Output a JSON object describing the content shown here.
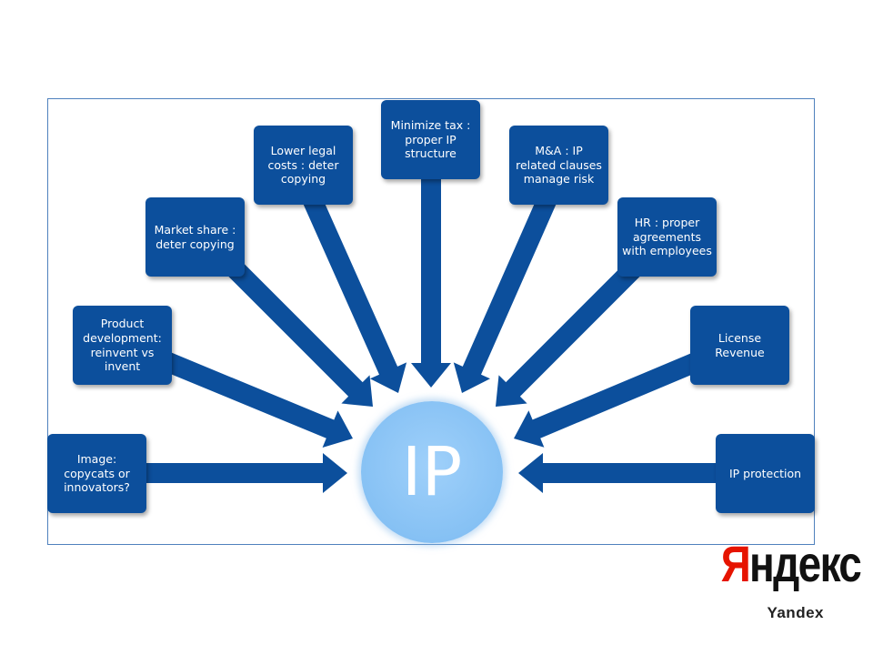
{
  "center": {
    "label": "IP"
  },
  "nodes": [
    {
      "text": "Image: copycats or innovators?"
    },
    {
      "text": "Product development: reinvent vs invent"
    },
    {
      "text": "Market share : deter copying"
    },
    {
      "text": "Lower legal costs : deter copying"
    },
    {
      "text": "Minimize tax : proper IP structure"
    },
    {
      "text": "M&A : IP related clauses manage risk"
    },
    {
      "text": "HR : proper agreements with employees"
    },
    {
      "text": "License Revenue"
    },
    {
      "text": "IP protection"
    }
  ],
  "colors": {
    "node": "#0c4f9c",
    "arrow": "#0c4f9c",
    "center": "#86c1f4",
    "frame": "#4f81bd",
    "logo_red": "#e61400"
  },
  "logo": {
    "first_letter": "Я",
    "rest": "ндекс",
    "caption": "Yandex"
  }
}
